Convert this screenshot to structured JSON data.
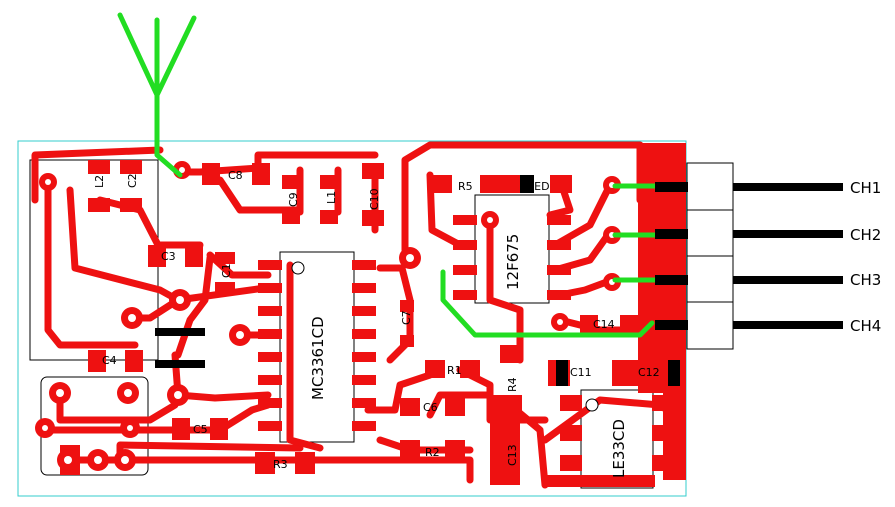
{
  "colors": {
    "copper": "#ee1111",
    "jumper": "#22dd22",
    "board_outline": "#33cccc",
    "silkscreen": "#000000",
    "background": "#ffffff"
  },
  "chips": {
    "u1": "MC3361CD",
    "u2": "12F675",
    "u3": "LE33CD"
  },
  "components": {
    "l2": "L2",
    "c2": "C2",
    "c8": "C8",
    "c9": "C9",
    "l1": "L1",
    "c10": "C10",
    "r5": "R5",
    "led": "LED",
    "c3": "C3",
    "c1": "C1",
    "c7": "C7",
    "c14": "C14",
    "c4": "C4",
    "r1": "R1",
    "r4": "R4",
    "c11": "C11",
    "c12": "C12",
    "c6": "C6",
    "c5": "C5",
    "r2": "R2",
    "r3": "R3",
    "c13": "C13"
  },
  "channels": [
    "CH1",
    "CH2",
    "CH3",
    "CH4"
  ]
}
